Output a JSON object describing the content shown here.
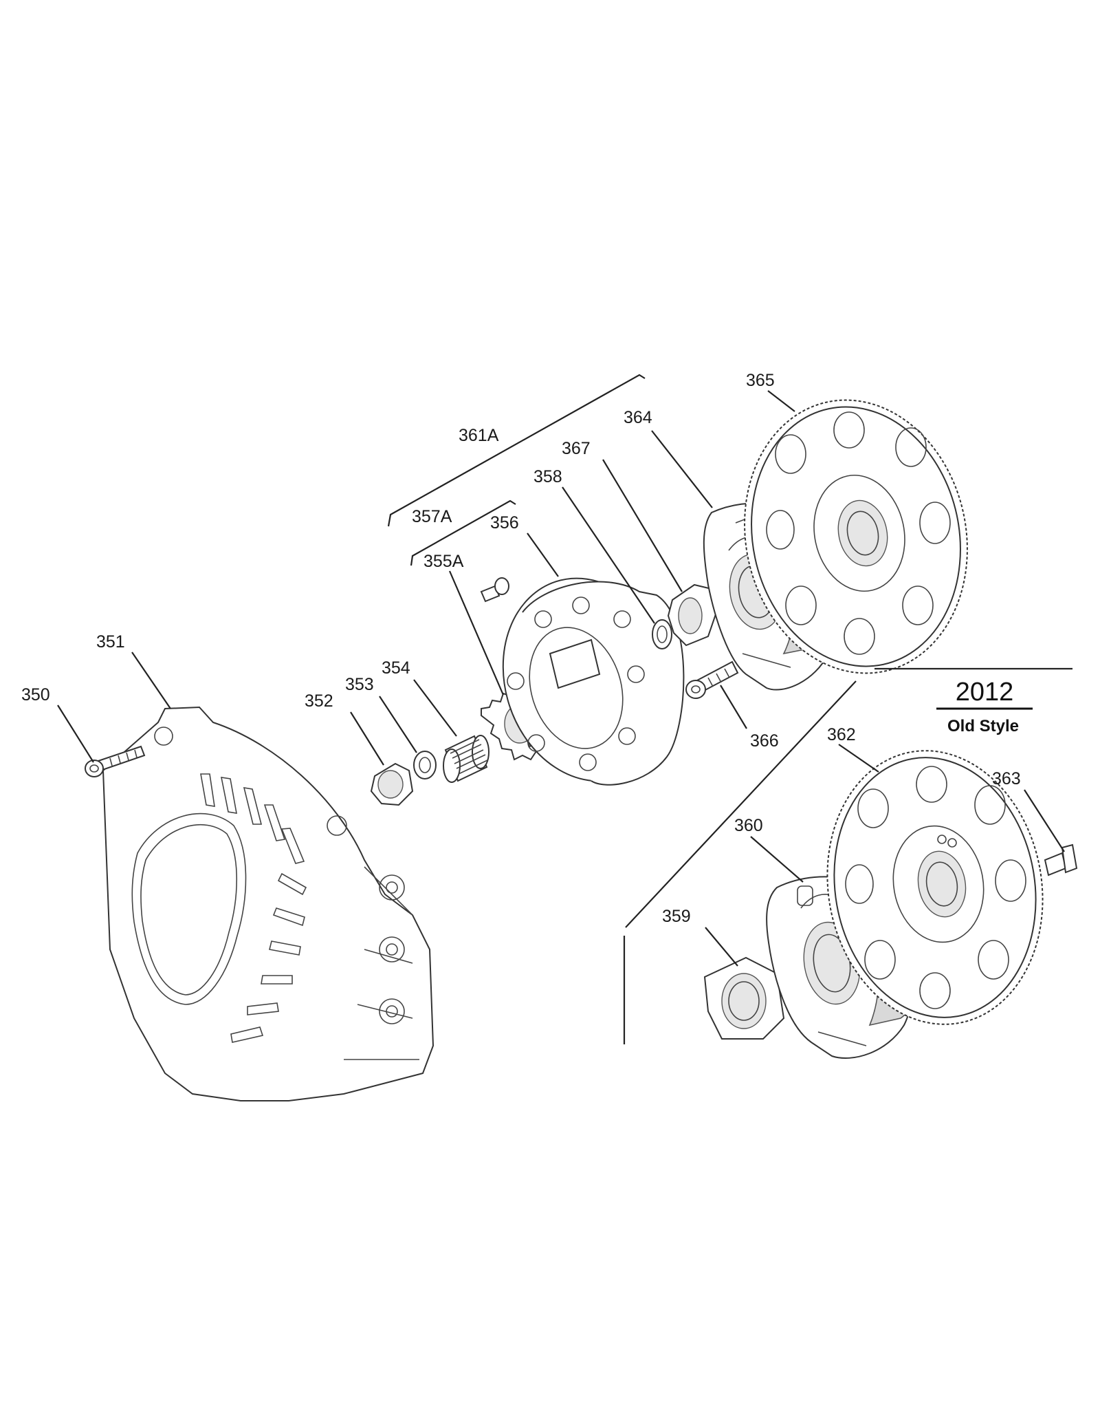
{
  "labels": {
    "p350": "350",
    "p351": "351",
    "p352": "352",
    "p353": "353",
    "p354": "354",
    "p355A": "355A",
    "p356": "356",
    "p357A": "357A",
    "p358": "358",
    "p359": "359",
    "p360": "360",
    "p361A": "361A",
    "p362": "362",
    "p363": "363",
    "p364": "364",
    "p365": "365",
    "p366": "366",
    "p367": "367"
  },
  "inset": {
    "year": "2012",
    "caption": "Old Style"
  }
}
